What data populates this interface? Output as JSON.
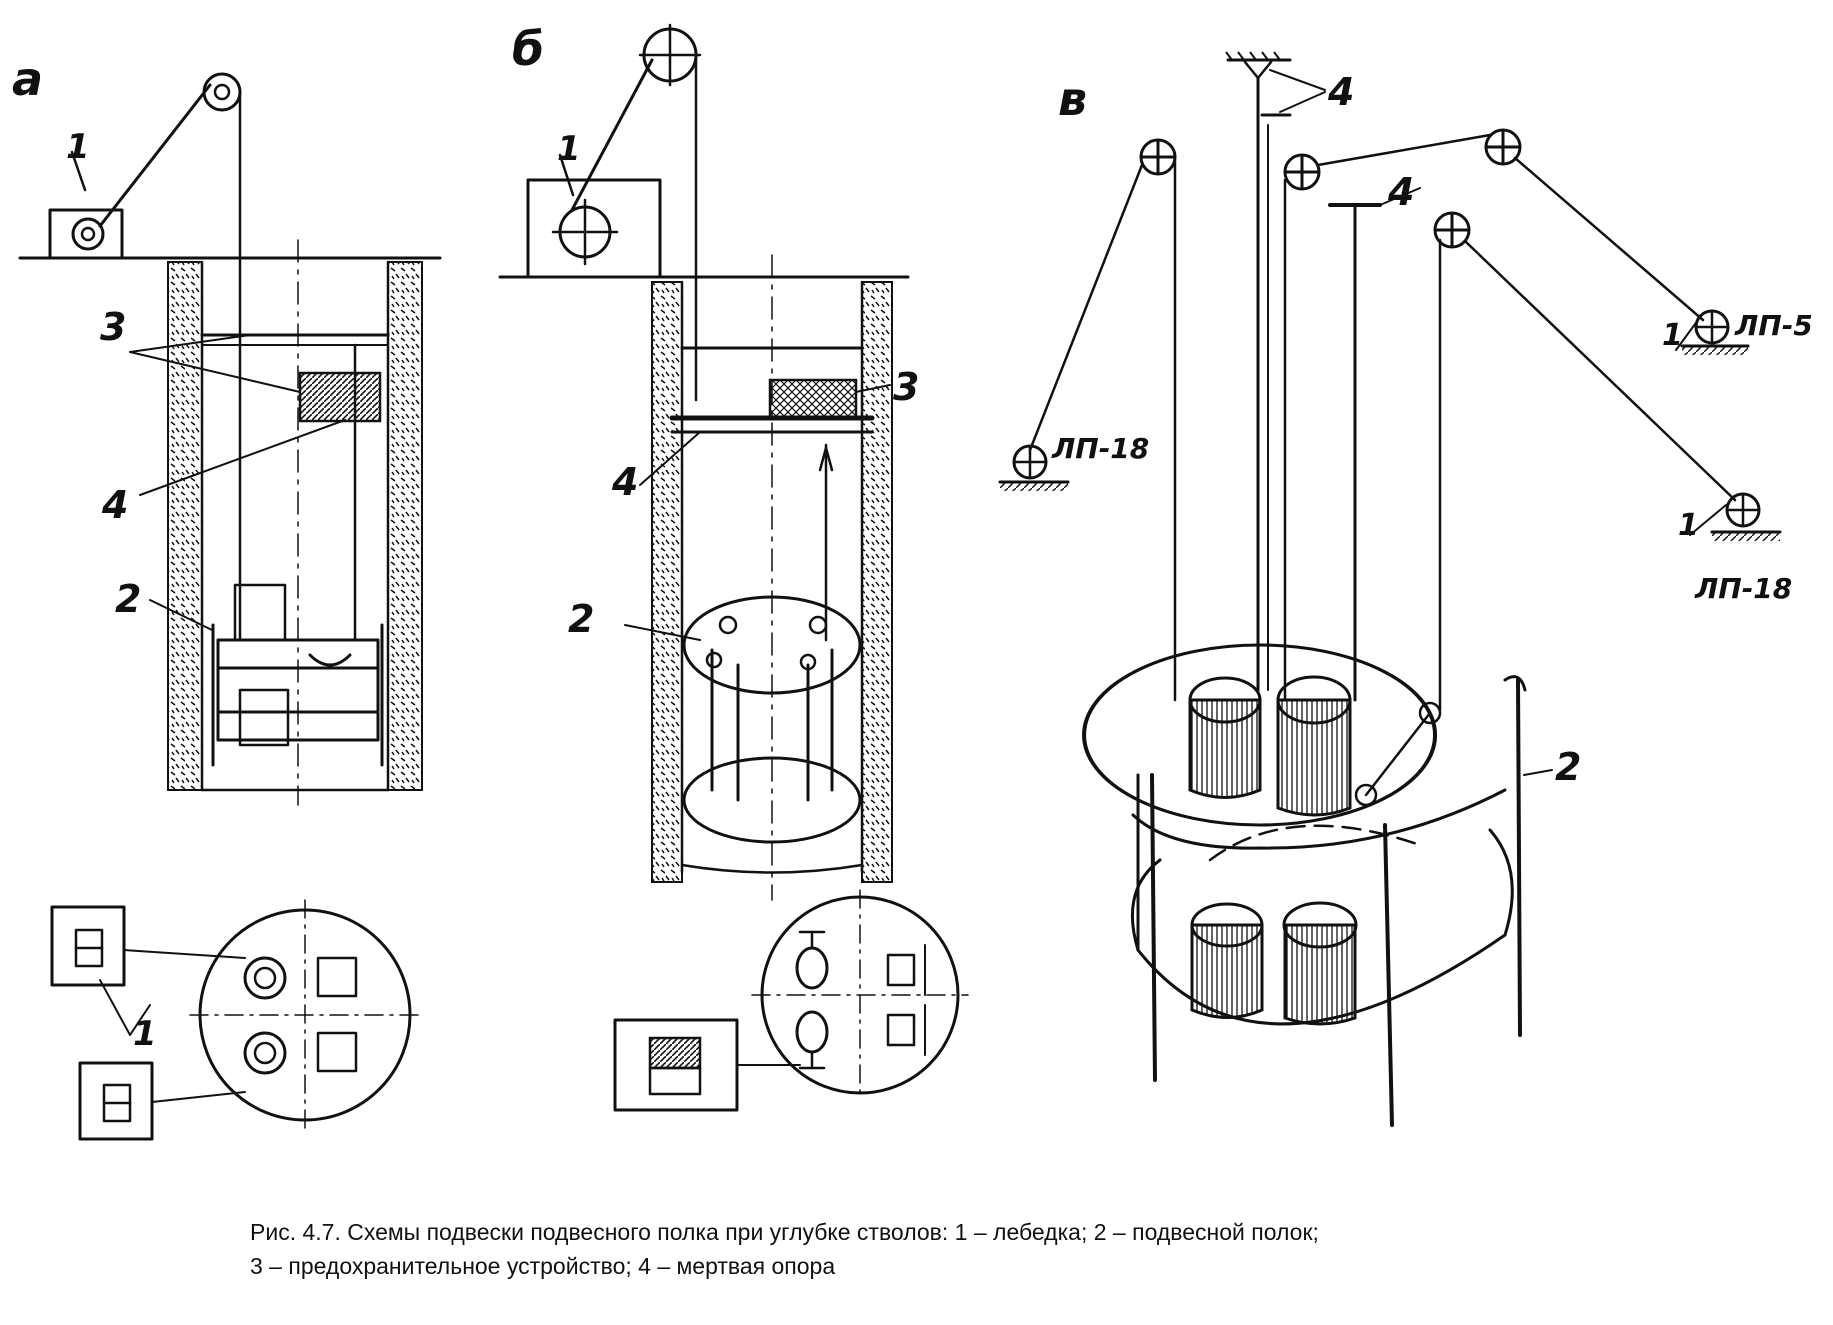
{
  "panels": {
    "a": {
      "letter": "а",
      "labels": [
        "1",
        "3",
        "4",
        "2",
        "1"
      ]
    },
    "b": {
      "letter": "б",
      "labels": [
        "1",
        "3",
        "4",
        "2"
      ]
    },
    "v": {
      "letter": "в",
      "labels": [
        "4",
        "4",
        "1",
        "1",
        "2"
      ],
      "winch_codes": [
        "ЛП-18",
        "ЛП-5",
        "ЛП-18"
      ]
    }
  },
  "caption": {
    "line1": "Рис. 4.7. Схемы подвески подвесного полка при углубке стволов: 1 – лебедка; 2 – подвесной полок;",
    "line2": "3 – предохранительное устройство; 4 – мертвая опора"
  }
}
